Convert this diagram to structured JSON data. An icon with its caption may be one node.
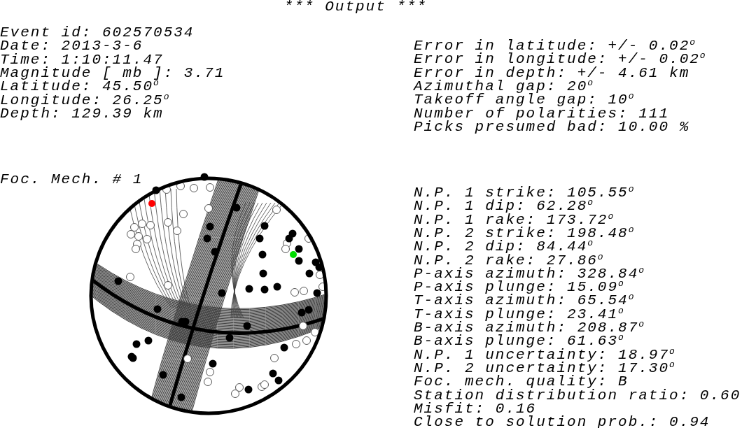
{
  "diagram": {
    "title": "*** Output ***",
    "labels": [
      "Event id: 602570534",
      "Date: 2013-3-6",
      "Time: 1:10:11.47",
      "Magnitude [ mb ]: 3.71",
      "Latitude: 45.50$^{o}$",
      "Longitude: 26.25$^{o}$",
      "Depth: 129.39 km",
      "Error in latitude: +/- 0.02$^{o}$",
      "Error in longitude: +/- 0.02$^{o}$",
      "Error in depth: +/- 4.61 km",
      "Azimuthal gap: 20$^{o}$",
      "Takeoff angle gap: 10$^{o}$",
      "Number of polarities: 111",
      "Picks presumed bad: 10.00 %",
      "Foc. Mech. # 1",
      "N.P. 1 strike: 105.55$^{o}$",
      "N.P. 1 dip: 62.28$^{o}$",
      "N.P. 1 rake: 173.72$^{o}$",
      "N.P. 2 strike: 198.48$^{o}$",
      "N.P. 2 dip: 84.44$^{o}$",
      "N.P. 2 rake: 27.86$^{o}$",
      "P-axis azimuth: 328.84$^{o}$",
      "P-axis plunge: 15.09$^{o}$",
      "T-axis azimuth: 65.54$^{o}$",
      "T-axis plunge: 23.41$^{o}$",
      "B-axis azimuth: 208.87$^{o}$",
      "B-axis plunge: 61.63$^{o}$",
      "N.P. 1 uncertainty: 18.97$^{o}$",
      "N.P. 2 uncertainty: 17.30$^{o}$",
      "Foc. mech. quality: B",
      "Station distribution ratio: 0.60",
      "Misfit: 0.16",
      "Close to solution prob.: 0.94"
    ]
  }
}
